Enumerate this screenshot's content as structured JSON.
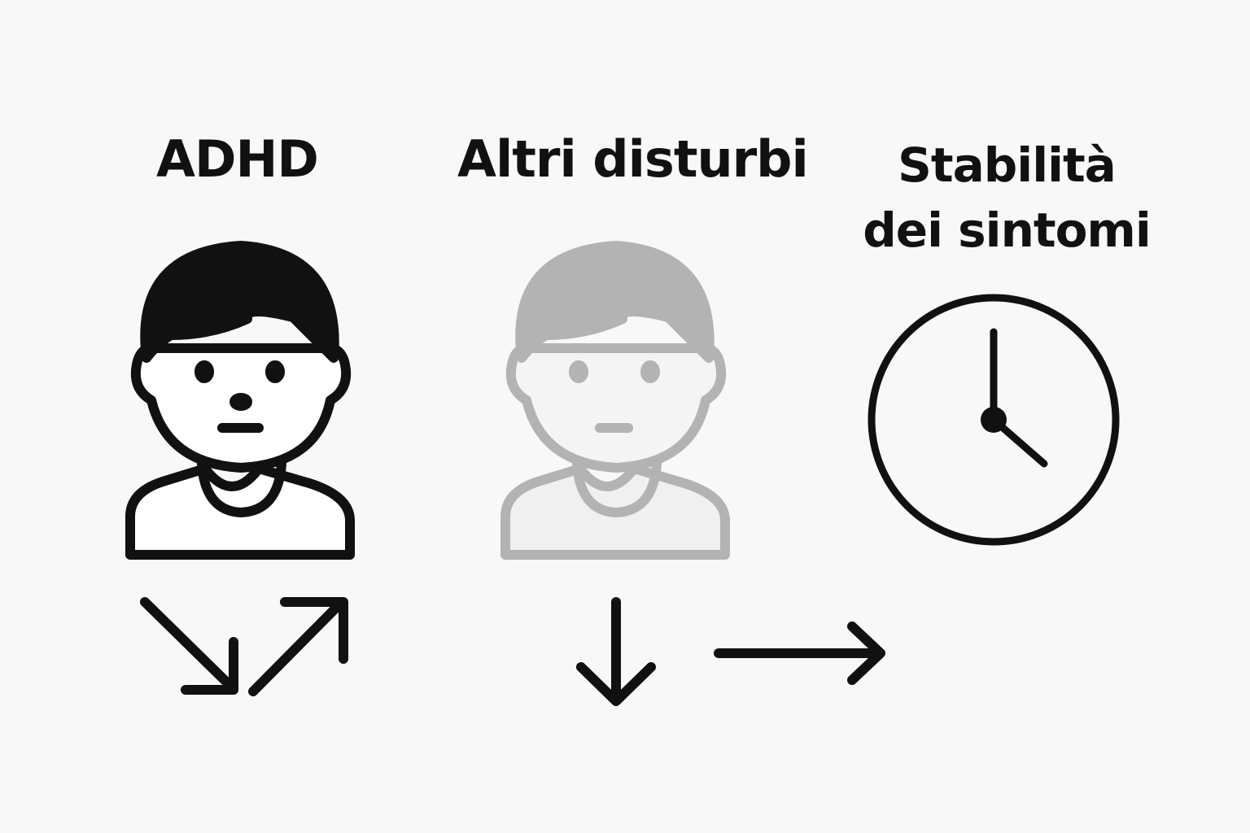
{
  "columns": [
    {
      "label": "ADHD",
      "figure_color": "#111111",
      "icon": "child-person-icon",
      "trend_icons": [
        "arrow-down-right-icon",
        "arrow-up-right-icon"
      ]
    },
    {
      "label": "Altri disturbi",
      "figure_color": "#b3b3b3",
      "icon": "child-person-faded-icon",
      "trend_icons": [
        "arrow-down-icon",
        "arrow-right-icon"
      ]
    },
    {
      "label_lines": [
        "Stabilità",
        "dei sintomi"
      ],
      "icon": "clock-icon"
    }
  ],
  "colors": {
    "background": "#f8f8f8",
    "ink": "#111111",
    "faded": "#b3b3b3"
  }
}
